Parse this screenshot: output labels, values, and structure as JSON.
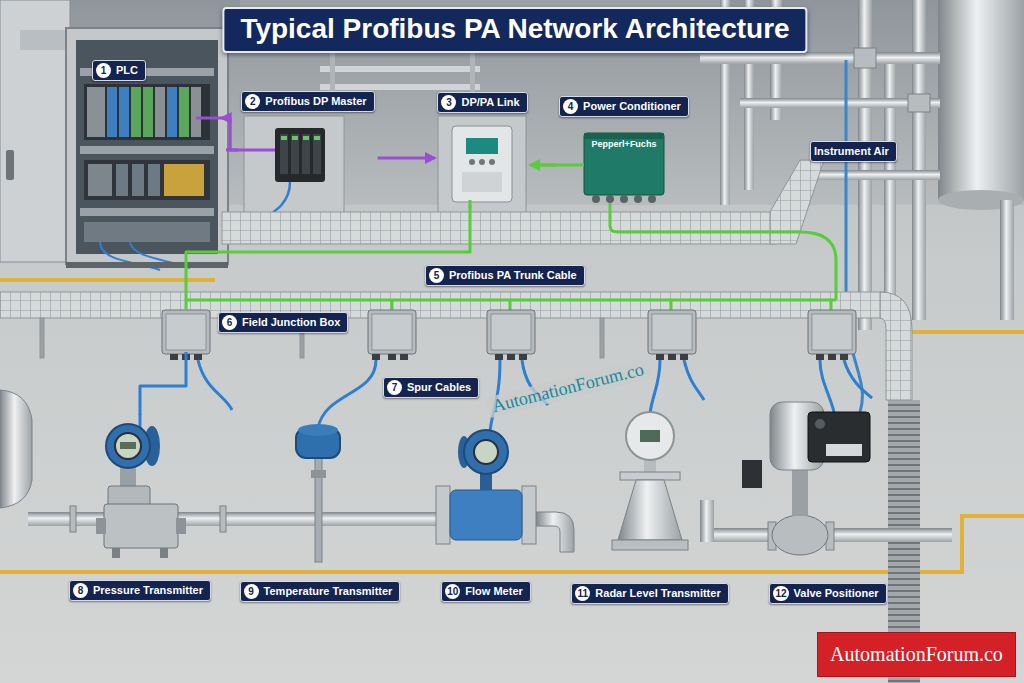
{
  "diagram": {
    "title": "Typical Profibus PA Network Architecture",
    "nodes": [
      {
        "text": [
          "1",
          "PLC"
        ]
      },
      {
        "text": [
          "2",
          "Profibus DP Master"
        ]
      },
      {
        "text": [
          "3",
          "DP/PA Link"
        ]
      },
      {
        "text": [
          "4",
          "Power Conditioner",
          "Pepperl+Fuchs"
        ]
      },
      {
        "text": [
          "6",
          "Field Junction Box"
        ]
      },
      {
        "text": [
          "8",
          "Pressure Transmitter"
        ]
      },
      {
        "text": [
          "9",
          "Temperature Transmitter"
        ]
      },
      {
        "text": [
          "10",
          "Flow Meter"
        ]
      },
      {
        "text": [
          "11",
          "Radar Level Transmitter"
        ]
      },
      {
        "text": [
          "12",
          "Valve Positioner"
        ]
      }
    ],
    "edges": [
      {
        "from": 1,
        "to": 0,
        "arrow": "to"
      },
      {
        "from": 1,
        "to": 2,
        "arrow": "to"
      },
      {
        "from": 3,
        "to": 2,
        "arrow": "to"
      },
      {
        "from": 2,
        "to": 4,
        "arrow": "none"
      },
      {
        "from": 4,
        "to": 5,
        "arrow": "none"
      }
    ],
    "labels": [
      "5",
      "Profibus PA Trunk Cable",
      "7",
      "Spur Cables",
      "Instrument Air",
      "AutomationForum.co",
      "AutomationForum.co"
    ]
  }
}
